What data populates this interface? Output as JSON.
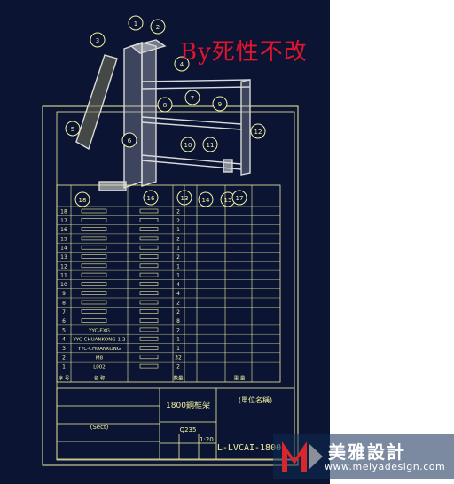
{
  "watermark": "By死性不改",
  "drawing": {
    "title_block": {
      "name": "1800鋼框架",
      "unit_label": "(單位名稱)",
      "drawing_no": "L-LVCAI-1800",
      "scale": "1:20",
      "material": "Q235",
      "small_a": "(Sect)"
    },
    "table_headers": {
      "no": "序 号",
      "name": "名 称",
      "qty": "数量",
      "weight": "重 量"
    },
    "callouts": [
      "1",
      "2",
      "3",
      "4",
      "5",
      "6",
      "7",
      "8",
      "9",
      "10",
      "11",
      "12",
      "13",
      "14",
      "15",
      "16",
      "17",
      "18"
    ],
    "bom": [
      {
        "no": "18",
        "part": "",
        "qty": "2"
      },
      {
        "no": "17",
        "part": "",
        "qty": "2"
      },
      {
        "no": "16",
        "part": "",
        "qty": "1"
      },
      {
        "no": "15",
        "part": "",
        "qty": "2"
      },
      {
        "no": "14",
        "part": "",
        "qty": "1"
      },
      {
        "no": "13",
        "part": "",
        "qty": "2"
      },
      {
        "no": "12",
        "part": "",
        "qty": "1"
      },
      {
        "no": "11",
        "part": "",
        "qty": "1"
      },
      {
        "no": "10",
        "part": "",
        "qty": "4"
      },
      {
        "no": "9",
        "part": "",
        "qty": "4"
      },
      {
        "no": "8",
        "part": "",
        "qty": "2"
      },
      {
        "no": "7",
        "part": "",
        "qty": "2"
      },
      {
        "no": "6",
        "part": "",
        "qty": "8"
      },
      {
        "no": "5",
        "part": "YYC-EXG",
        "qty": "2"
      },
      {
        "no": "4",
        "part": "YYC-CHUANKONG-1-2",
        "qty": "1"
      },
      {
        "no": "3",
        "part": "YYC-CHUANKONG",
        "qty": "1"
      },
      {
        "no": "2",
        "part": "M8",
        "qty": "32"
      },
      {
        "no": "1",
        "part": "L002",
        "qty": "2"
      }
    ]
  },
  "logo": {
    "brand": "美雅設計",
    "url": "www.meiyadesign.com"
  },
  "colors": {
    "background": "#0b1433",
    "line": "#f2f2a0",
    "model": "#d9d9d9",
    "watermark": "#e0142c"
  }
}
